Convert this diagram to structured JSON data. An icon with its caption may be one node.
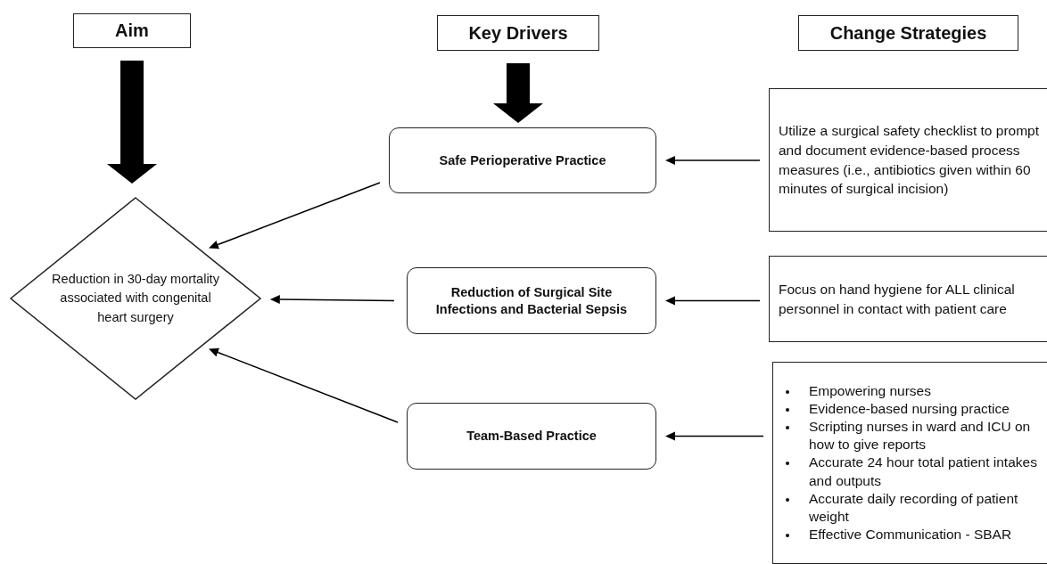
{
  "diagram": {
    "nodes": [
      {
        "text": [
          "Aim"
        ]
      },
      {
        "text": [
          "Key Drivers"
        ]
      },
      {
        "text": [
          "Change Strategies"
        ]
      },
      {
        "text": [
          "Reduction in 30-day mortality associated with congenital heart surgery"
        ]
      },
      {
        "text": [
          "Safe Perioperative Practice"
        ]
      },
      {
        "text": [
          "Reduction of Surgical Site Infections and Bacterial Sepsis"
        ]
      },
      {
        "text": [
          "Team-Based Practice"
        ]
      },
      {
        "text": [
          "Utilize a surgical safety checklist to prompt and document evidence-based process measures (i.e., antibiotics given within 60 minutes of surgical incision)"
        ]
      },
      {
        "text": [
          "Focus on hand hygiene for ALL clinical personnel in contact with patient care"
        ]
      },
      {
        "text": [
          "Empowering nurses",
          "Evidence-based nursing practice",
          "Scripting nurses in ward and ICU on how to give reports",
          "Accurate 24 hour total patient intakes and outputs",
          "Accurate daily recording of patient weight",
          "Effective Communication - SBAR"
        ]
      }
    ],
    "edges": [
      {
        "from": 0,
        "to": 3,
        "arrow": "to",
        "style": "thick"
      },
      {
        "from": 1,
        "to": 4,
        "arrow": "to",
        "style": "thick"
      },
      {
        "from": 4,
        "to": 3,
        "arrow": "to"
      },
      {
        "from": 5,
        "to": 3,
        "arrow": "to"
      },
      {
        "from": 6,
        "to": 3,
        "arrow": "to"
      },
      {
        "from": 7,
        "to": 4,
        "arrow": "to"
      },
      {
        "from": 8,
        "to": 5,
        "arrow": "to"
      },
      {
        "from": 9,
        "to": 6,
        "arrow": "to"
      }
    ]
  }
}
